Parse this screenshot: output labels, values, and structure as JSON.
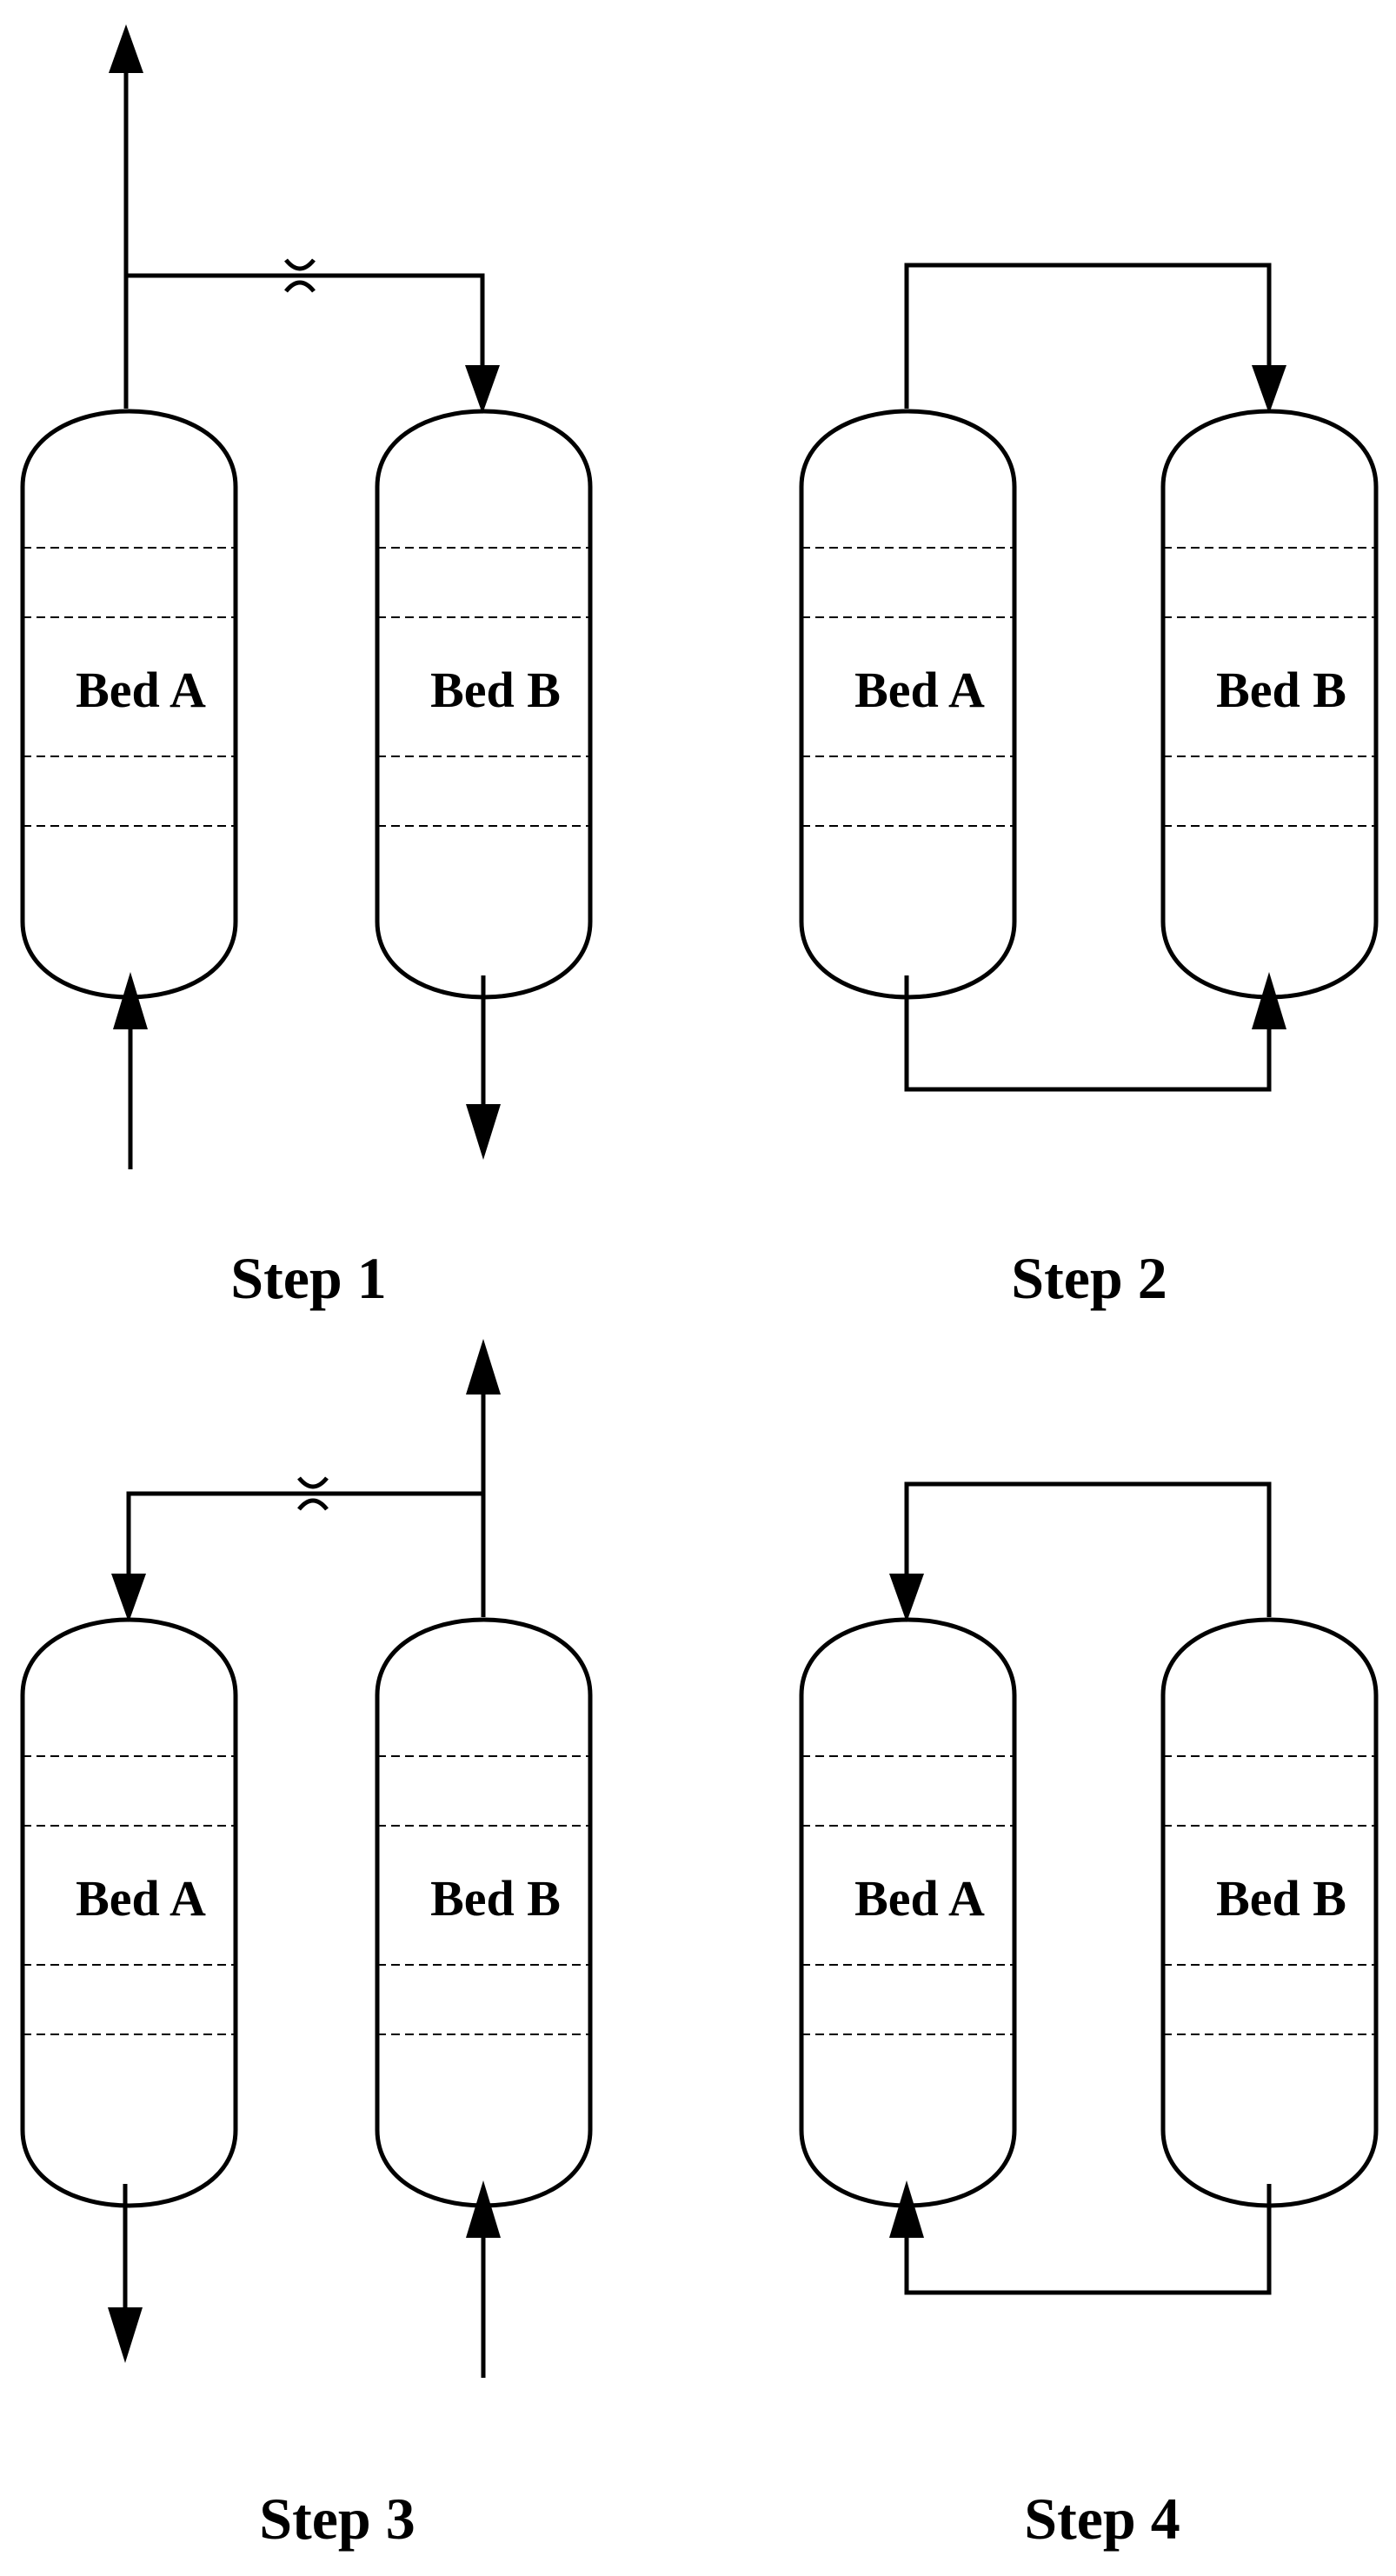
{
  "bed_a_label": "Bed A",
  "bed_b_label": "Bed B",
  "steps": [
    {
      "label": "Step 1"
    },
    {
      "label": "Step 2"
    },
    {
      "label": "Step 3"
    },
    {
      "label": "Step 4"
    }
  ]
}
